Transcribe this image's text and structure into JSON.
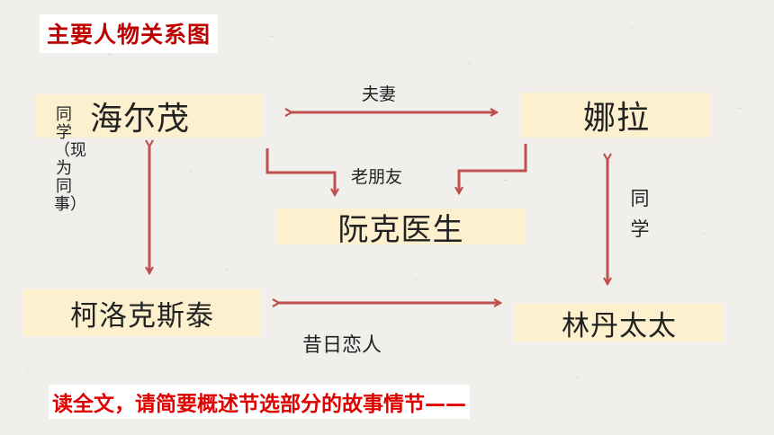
{
  "title": "主要人物关系图",
  "nodes": {
    "haierfu": "海尔茂",
    "nala": "娜拉",
    "ruanke": "阮克医生",
    "keluo": "柯洛克斯泰",
    "lindan": "林丹太太"
  },
  "labels": {
    "fuqi": "夫妻",
    "laopengyou": "老朋友",
    "tongxue_left": "同学（现为同事）",
    "tongxue_right": "同学",
    "xiri": "昔日恋人"
  },
  "task_text": "读全文，请简要概述节选部分的故事情节——",
  "colors": {
    "accent": "#c00000",
    "arrow": "#c0504d",
    "node_fill": "#fdf0cf"
  }
}
